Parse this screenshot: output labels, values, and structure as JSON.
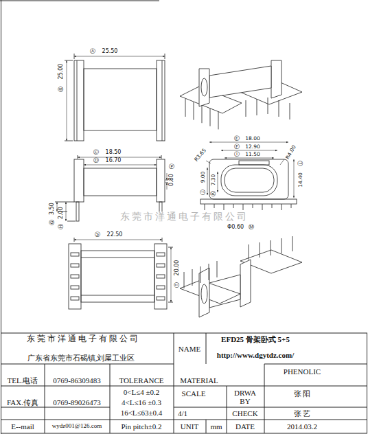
{
  "diagram": {
    "labels": [
      "东莞市洋通电子有限公司",
      "Ⓐ",
      "25.50",
      "Ⓑ",
      "25.00",
      "Ⓒ",
      "18.50",
      "Ⓓ",
      "16.70",
      "Ⓟ",
      "0.80",
      "Ⓖ",
      "3.50",
      "Ⓗ",
      "2.00",
      "Ⓢ",
      "22.50",
      "Ⓣ",
      "20.00",
      "Ⓔ",
      "18.00",
      "Ⓕ",
      "12.90",
      "Ⓘ",
      "11.50",
      "R3.65",
      "R4.00",
      "Ⓙ",
      "9.00",
      "Ⓚ",
      "7.30",
      "Ⓛ",
      "14.40",
      "Φ0.60",
      "Ⓜ",
      "东 莞 市 洋 通 电 子 有 限 公 司",
      "广东省东莞市石碣镇,刘屋工业区",
      "NAME",
      "EFD25 骨架卧式 5+5",
      "http://www.dgytdz.com/",
      "PHENOLIC",
      "TEL.电话",
      "0769-86309483",
      "TOLERANCE",
      "MATERIAL",
      "FAX.传真",
      "0769-89026473",
      "0<L≤4 ±0.2",
      "4<L≤16 ±0.3",
      "16<L≤63±0.4",
      "SCALE",
      "DRWA BY",
      "张 阳",
      "4/1",
      "CHECK",
      "张 艺",
      "E--mail",
      "wydz001@126.com",
      "Pin pitch±0.2",
      "UNIT",
      "mm",
      "DATE",
      "2014.03.2"
    ]
  }
}
